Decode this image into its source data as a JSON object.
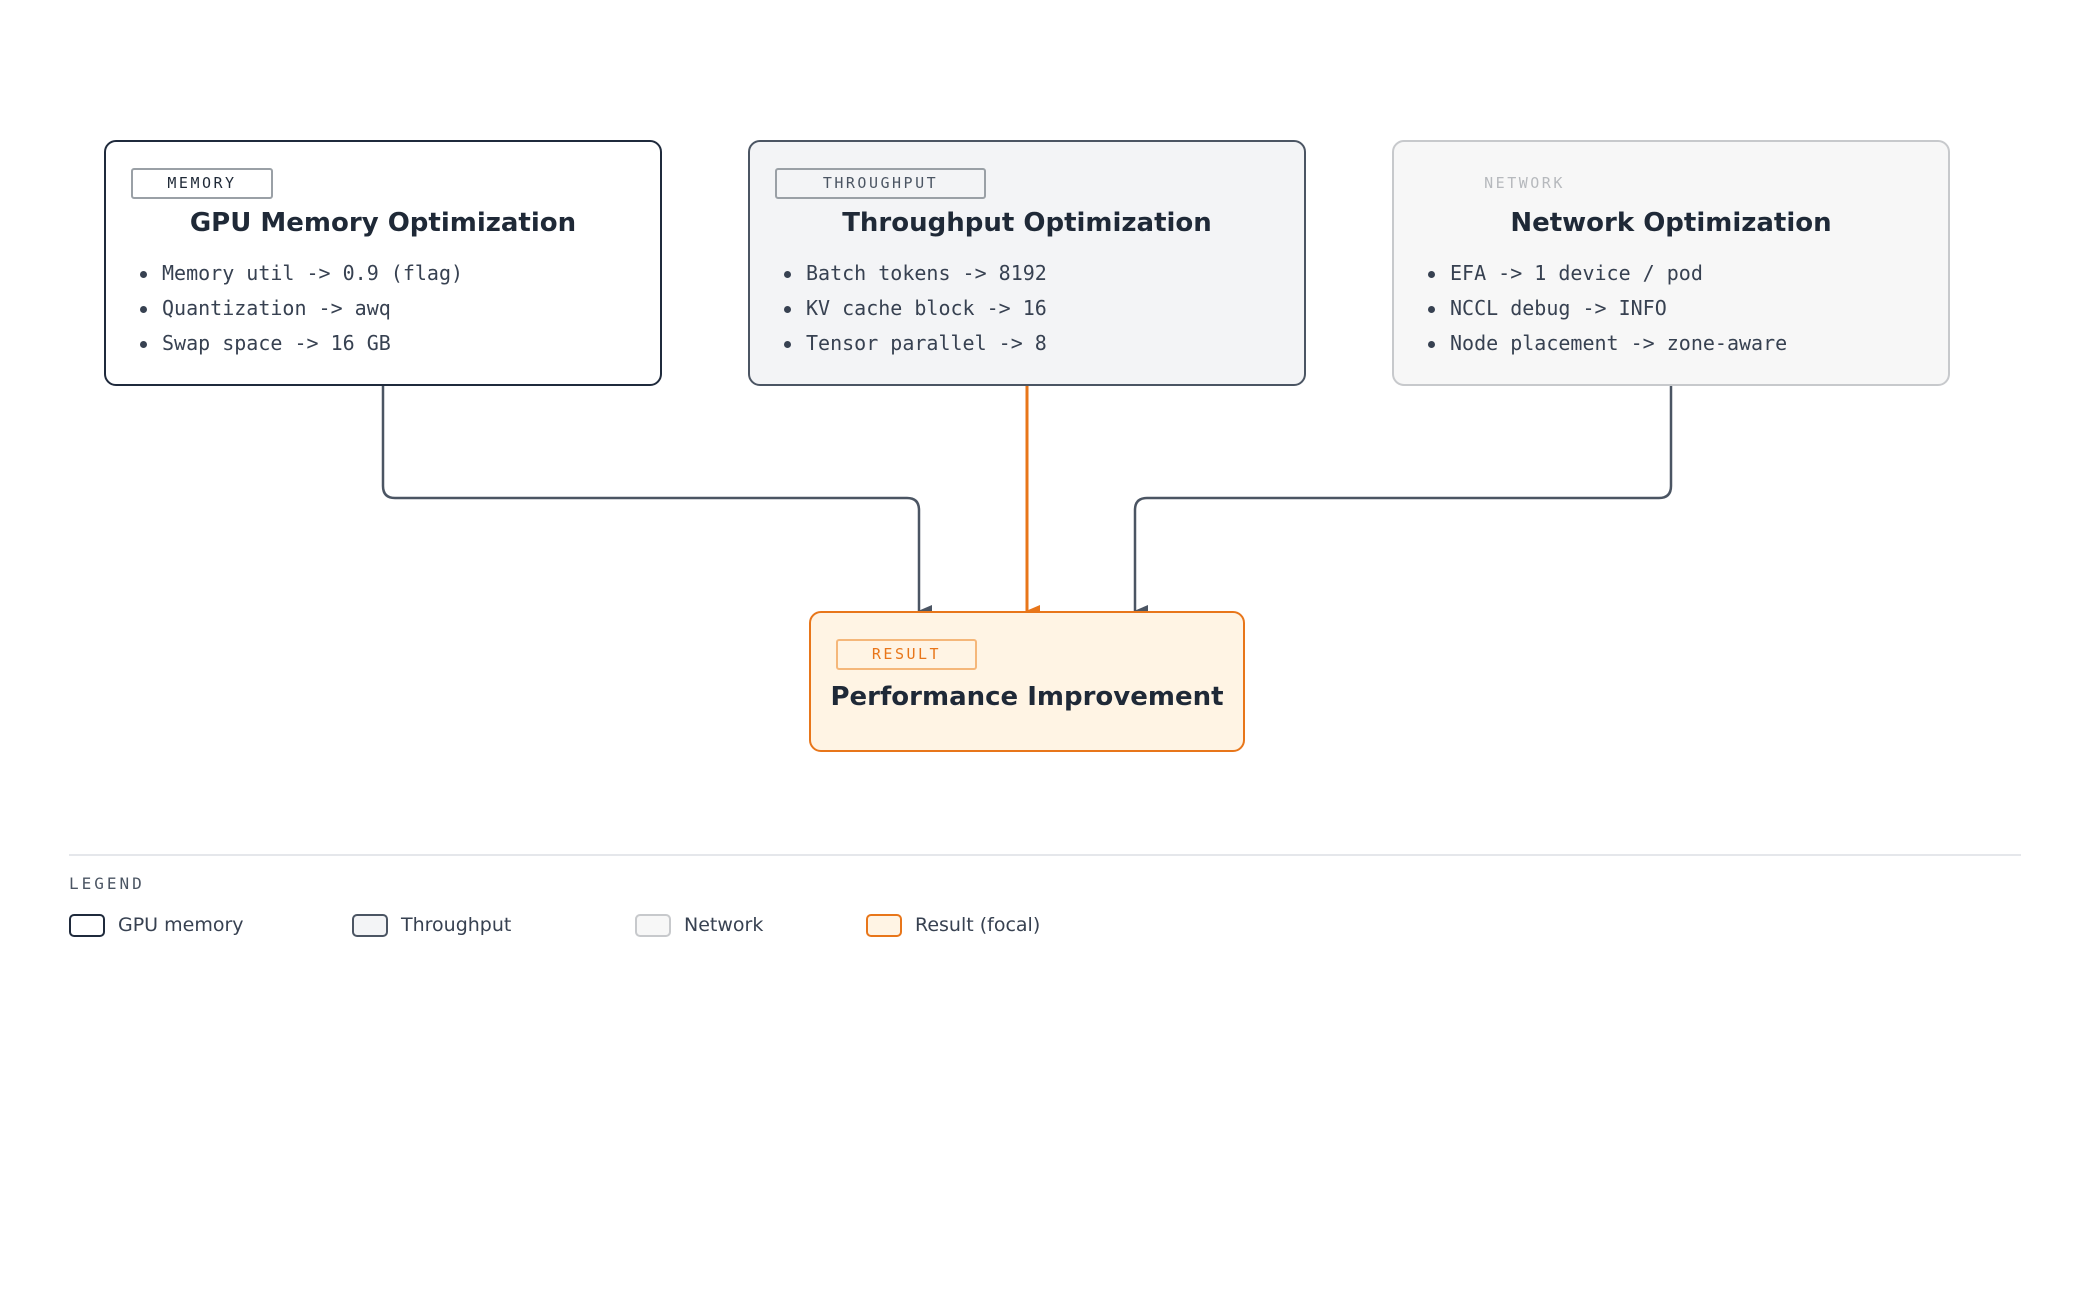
{
  "cards": {
    "memory": {
      "tag": "MEMORY",
      "title": "GPU Memory Optimization",
      "items": [
        "Memory util -> 0.9 (flag)",
        "Quantization -> awq",
        "Swap space -> 16 GB"
      ]
    },
    "throughput": {
      "tag": "THROUGHPUT",
      "title": "Throughput Optimization",
      "items": [
        "Batch tokens -> 8192",
        "KV cache block -> 16",
        "Tensor parallel -> 8"
      ]
    },
    "network": {
      "tag": "NETWORK",
      "title": "Network Optimization",
      "items": [
        "EFA -> 1 device / pod",
        "NCCL debug -> INFO",
        "Node placement -> zone-aware"
      ]
    },
    "result": {
      "tag": "RESULT",
      "title": "Performance Improvement"
    }
  },
  "colors": {
    "memory_border": "#1f2a3c",
    "throughput_border": "#4b5563",
    "network_border": "#c7c9cc",
    "result_accent": "#e8761a",
    "result_fill": "#fff4e4",
    "connector_gray": "#4b5563"
  },
  "legend": {
    "title": "LEGEND",
    "items": [
      {
        "label": "GPU memory"
      },
      {
        "label": "Throughput"
      },
      {
        "label": "Network"
      },
      {
        "label": "Result (focal)"
      }
    ]
  }
}
